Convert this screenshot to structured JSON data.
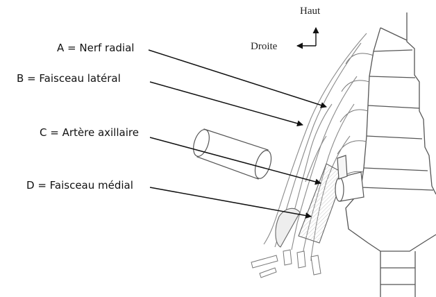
{
  "orientation": {
    "up": "Haut",
    "right": "Droite"
  },
  "labels": [
    {
      "id": "A",
      "text": "A = Nerf radial"
    },
    {
      "id": "B",
      "text": "B = Faisceau latéral"
    },
    {
      "id": "C",
      "text": "C = Artère axillaire"
    },
    {
      "id": "D",
      "text": "D = Faisceau médial"
    }
  ],
  "colors": {
    "ink": "#111111",
    "sketch": "#6a6a6a",
    "shade": "#cfcfcf"
  }
}
